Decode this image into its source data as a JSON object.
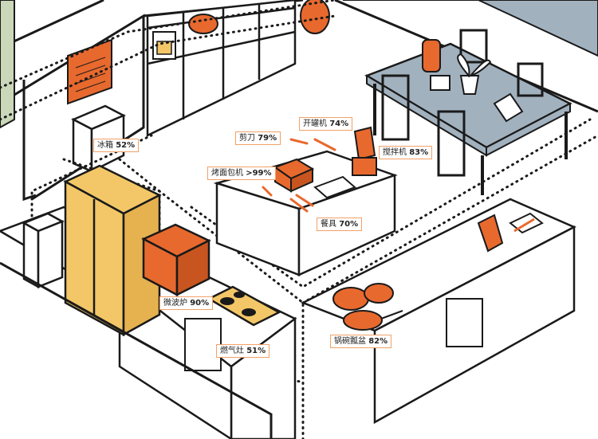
{
  "colors": {
    "orange": "#e8692e",
    "yellow": "#f3c767",
    "slate": "#a2b1be",
    "sage": "#cad7b8",
    "outline": "#1a1a1a",
    "label_border": "#f2a167"
  },
  "labels": [
    {
      "id": "fridge",
      "name": "冰箱",
      "value": "52%"
    },
    {
      "id": "scissors",
      "name": "剪刀",
      "value": "79%"
    },
    {
      "id": "can-opener",
      "name": "开罐机",
      "value": "74%"
    },
    {
      "id": "blender",
      "name": "搅拌机",
      "value": "83%"
    },
    {
      "id": "toaster",
      "name": "烤面包机",
      "value": ">99%"
    },
    {
      "id": "utensils",
      "name": "餐具",
      "value": "70%"
    },
    {
      "id": "microwave",
      "name": "微波炉",
      "value": "90%"
    },
    {
      "id": "stove",
      "name": "燃气灶",
      "value": "51%"
    },
    {
      "id": "cookware",
      "name": "锅碗瓢盆",
      "value": "82%"
    }
  ]
}
